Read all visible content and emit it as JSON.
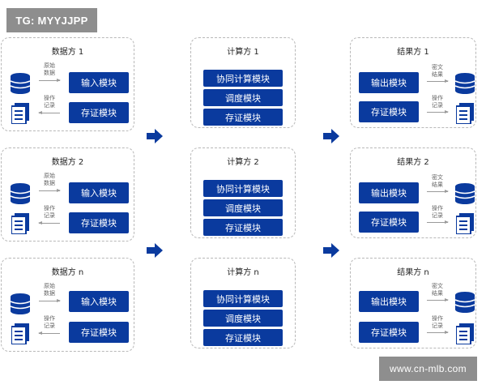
{
  "watermarks": {
    "top": "TG: MYYJJPP",
    "bottom": "www.cn-mlb.com"
  },
  "labels": {
    "raw_data": "原始数据",
    "op_log": "操作记录",
    "cipher_result": "密文结果",
    "op_log2": "操作记录"
  },
  "data_parties": [
    {
      "title": "数据方 1",
      "input": "输入模块",
      "evidence": "存证模块"
    },
    {
      "title": "数据方 2",
      "input": "输入模块",
      "evidence": "存证模块"
    },
    {
      "title": "数据方 n",
      "input": "输入模块",
      "evidence": "存证模块"
    }
  ],
  "compute_parties": [
    {
      "title": "计算方 1",
      "collab": "协同计算模块",
      "schedule": "调度模块",
      "evidence": "存证模块"
    },
    {
      "title": "计算方 2",
      "collab": "协同计算模块",
      "schedule": "调度模块",
      "evidence": "存证模块"
    },
    {
      "title": "计算方 n",
      "collab": "协同计算模块",
      "schedule": "调度模块",
      "evidence": "存证模块"
    }
  ],
  "result_parties": [
    {
      "title": "结果方 1",
      "output": "输出模块",
      "evidence": "存证模块"
    },
    {
      "title": "结果方 2",
      "output": "输出模块",
      "evidence": "存证模块"
    },
    {
      "title": "结果方 n",
      "output": "输出模块",
      "evidence": "存证模块"
    }
  ],
  "icons": {
    "database": "database-icon",
    "document": "document-icon",
    "flow": "flow-arrow-icon"
  },
  "colors": {
    "module": "#0a3a9e",
    "arrow": "#0a3a9e",
    "border": "#b8b8b8"
  }
}
